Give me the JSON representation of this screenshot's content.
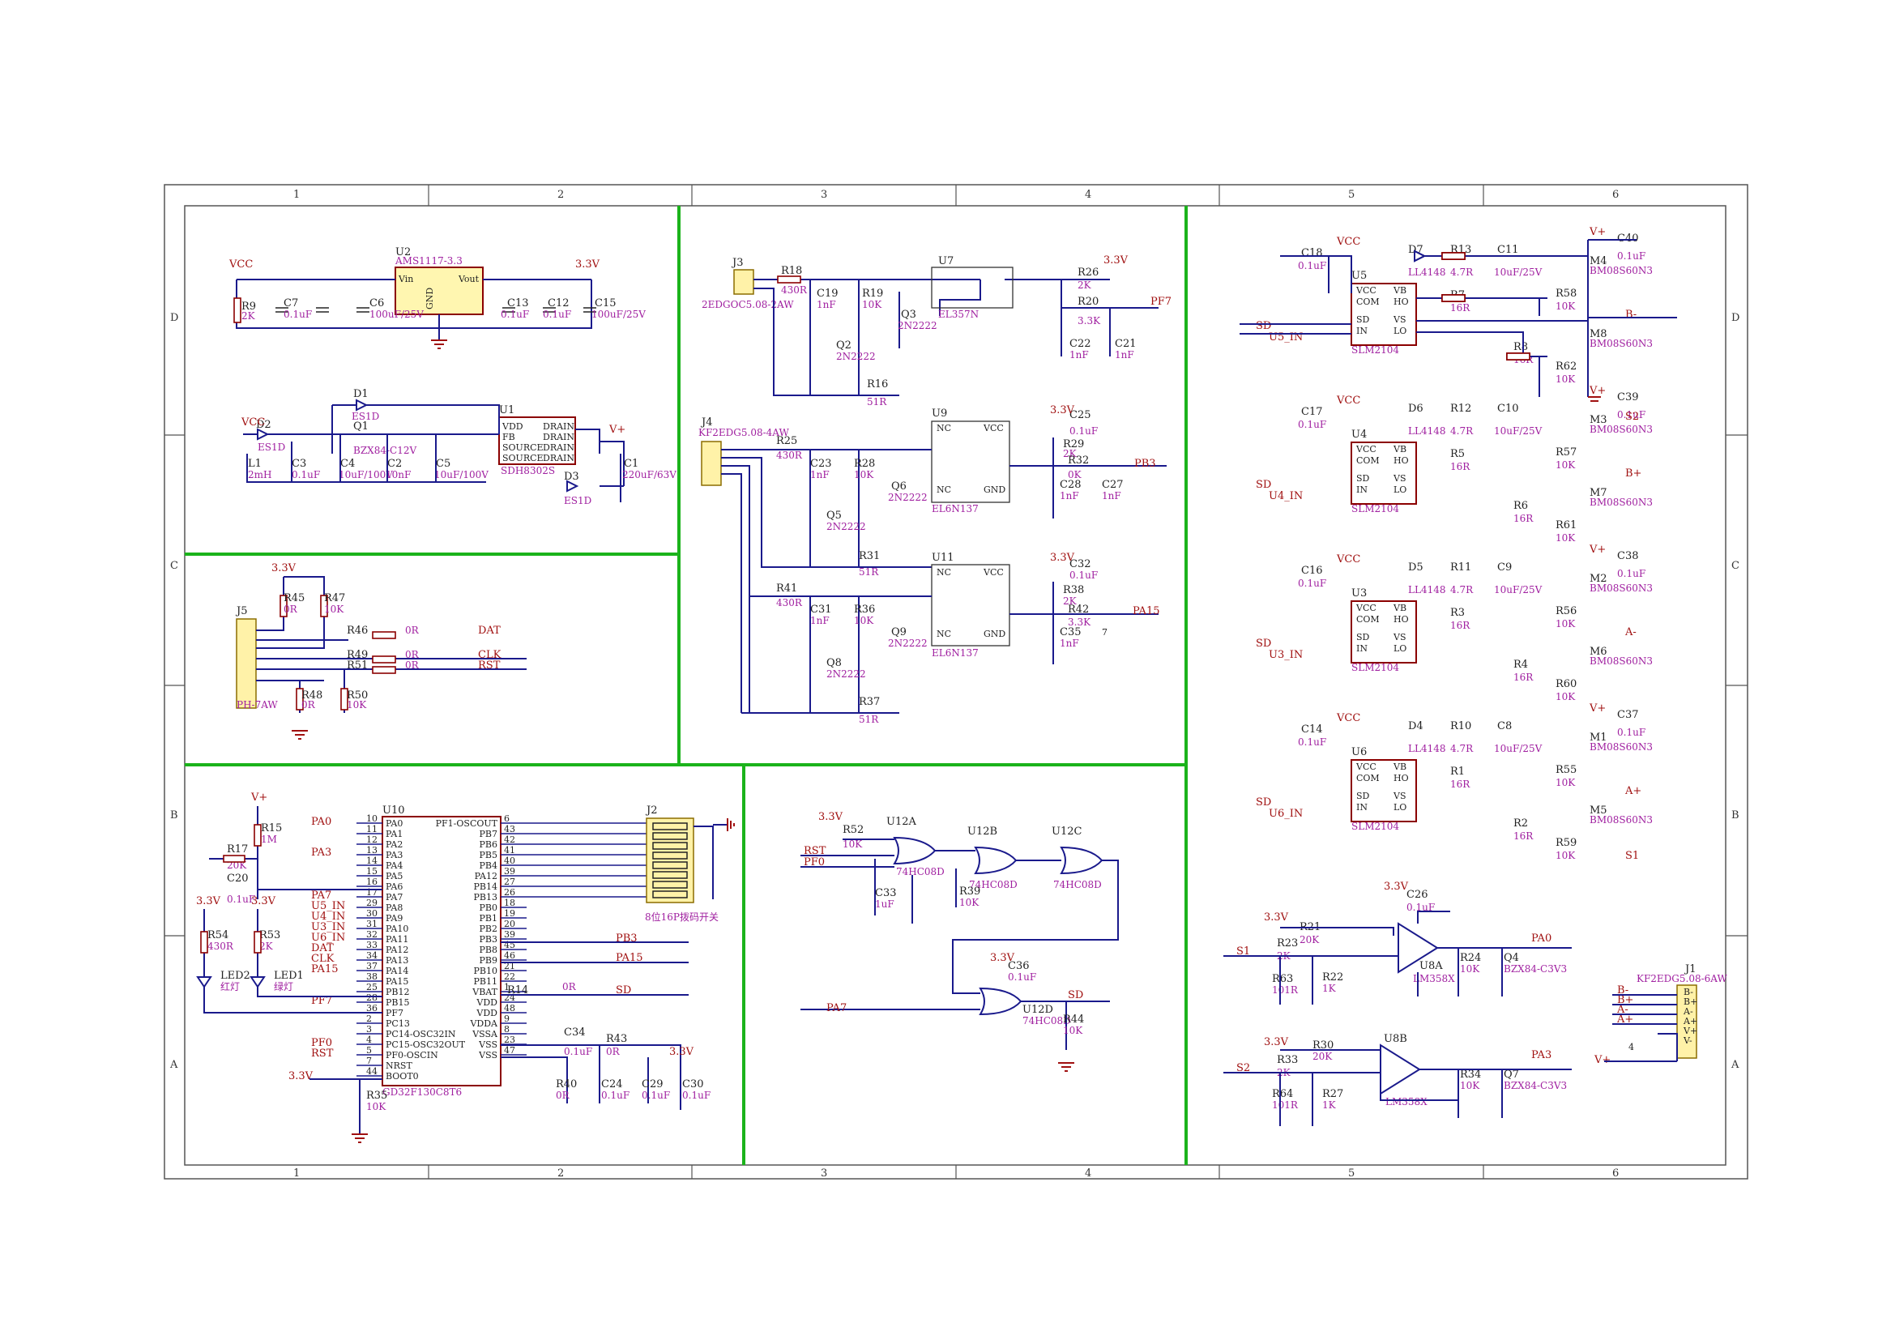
{
  "zones": {
    "columns": [
      "1",
      "2",
      "3",
      "4",
      "5",
      "6"
    ],
    "rows": [
      "D",
      "C",
      "B",
      "A"
    ]
  },
  "power": {
    "u2_ref": "U2",
    "u2_val": "AMS1117-3.3",
    "vin": "Vin",
    "vout": "Vout",
    "gnd": "GND",
    "vcc": "VCC",
    "v33": "3.3V",
    "vplus": "V+",
    "r9": "R9",
    "r9v": "2K",
    "c7": "C7",
    "c7v": "0.1uF",
    "c6": "C6",
    "c6v": "100uF/25V",
    "c13": "C13",
    "c13v": "0.1uF",
    "c12": "C12",
    "c12v": "0.1uF",
    "c15": "C15",
    "c15v": "100uF/25V",
    "d1": "D1",
    "d1v": "ES1D",
    "d2": "D2",
    "d2v": "ES1D",
    "d3": "D3",
    "d3v": "ES1D",
    "q1": "Q1",
    "q1v": "BZX84-C12V",
    "u1": "U1",
    "u1v": "SDH8302S",
    "l1": "L1",
    "l1v": "2mH",
    "c3": "C3",
    "c3v": "0.1uF",
    "c4": "C4",
    "c4v": "10uF/100V",
    "c2": "C2",
    "c2v": "10nF",
    "c5": "C5",
    "c5v": "10uF/100V",
    "c1": "C1",
    "c1v": "220uF/63V",
    "vdd": "VDD",
    "fb": "FB",
    "source": "SOURCE",
    "drain": "DRAIN"
  },
  "header": {
    "j5": "J5",
    "j5v": "PH-7AW",
    "r45": "R45",
    "r45v": "0R",
    "r47": "R47",
    "r47v": "10K",
    "r46": "R46",
    "r46v": "0R",
    "r49": "R49",
    "r49v": "0R",
    "r51": "R51",
    "r51v": "0R",
    "r48": "R48",
    "r48v": "0R",
    "r50": "R50",
    "r50v": "10K",
    "dat": "DAT",
    "clk": "CLK",
    "rst": "RST"
  },
  "isolation": {
    "j3": "J3",
    "j3v": "2EDGOC5.08-2AW",
    "r18": "R18",
    "r18v": "430R",
    "c19": "C19",
    "c19v": "1nF",
    "r19": "R19",
    "r19v": "10K",
    "q3": "Q3",
    "q3v": "2N2222",
    "q2": "Q2",
    "q2v": "2N2222",
    "r16": "R16",
    "r16v": "51R",
    "u7": "U7",
    "u7v": "EL357N",
    "r26": "R26",
    "r26v": "2K",
    "r20": "R20",
    "r20v": "3.3K",
    "c22": "C22",
    "c22v": "1nF",
    "c21": "C21",
    "c21v": "1nF",
    "pf7": "PF7",
    "j4": "J4",
    "j4v": "KF2EDG5.08-4AW",
    "r25": "R25",
    "r25v": "430R",
    "c23": "C23",
    "c23v": "1nF",
    "r28": "R28",
    "r28v": "10K",
    "q6": "Q6",
    "q6v": "2N2222",
    "q5": "Q5",
    "q5v": "2N2222",
    "r31": "R31",
    "r31v": "51R",
    "u9": "U9",
    "u9v": "EL6N137",
    "c25": "C25",
    "c25v": "0.1uF",
    "r29": "R29",
    "r29v": "2K",
    "r32": "R32",
    "r32v": "0K",
    "c28": "C28",
    "c28v": "1nF",
    "c27": "C27",
    "c27v": "1nF",
    "pb3": "PB3",
    "r41": "R41",
    "r41v": "430R",
    "c31": "C31",
    "c31v": "1nF",
    "r36": "R36",
    "r36v": "10K",
    "q9": "Q9",
    "q9v": "2N2222",
    "q8": "Q8",
    "q8v": "2N2222",
    "r37": "R37",
    "r37v": "51R",
    "u11": "U11",
    "u11v": "EL6N137",
    "c32": "C32",
    "c32v": "0.1uF",
    "r38": "R38",
    "r38v": "2K",
    "r42": "R42",
    "r42v": "3.3K",
    "c35": "C35",
    "c35v": "1nF",
    "c37": "7",
    "pa15": "PA15",
    "nc": "NC",
    "vcc": "VCC",
    "gnd": "GND"
  },
  "mcu": {
    "u10": "U10",
    "u10v": "GD32F130C8T6",
    "r15": "R15",
    "r15v": "1M",
    "r17": "R17",
    "r17v": "20K",
    "c20": "C20",
    "c20v": "0.1uF",
    "r54": "R54",
    "r54v": "430R",
    "r53": "R53",
    "r53v": "2K",
    "led2": "LED2",
    "led2v": "红灯",
    "led1": "LED1",
    "led1v": "绿灯",
    "left_pins": [
      "PA0",
      "PA1",
      "PA2",
      "PA3",
      "PA4",
      "PA5",
      "PA6",
      "PA7",
      "PA8",
      "PA9",
      "PA10",
      "PA11",
      "PA12",
      "PA13",
      "PA14",
      "PA15",
      "PB12",
      "PB15",
      "PF7",
      "PC13",
      "PC14-OSC32IN",
      "PC15-OSC32OUT",
      "PF0-OSCIN",
      "NRST",
      "BOOT0"
    ],
    "left_nums": [
      "10",
      "11",
      "12",
      "13",
      "14",
      "15",
      "16",
      "17",
      "29",
      "30",
      "31",
      "32",
      "33",
      "34",
      "37",
      "38",
      "25",
      "28",
      "36",
      "2",
      "3",
      "4",
      "5",
      "7",
      "44"
    ],
    "right_pins": [
      "PF1-OSCOUT",
      "PB7",
      "PB6",
      "PB5",
      "PB4",
      "PA12",
      "PB14",
      "PB13",
      "PB0",
      "PB1",
      "PB2",
      "PB3",
      "PB8",
      "PB9",
      "PB10",
      "PB11",
      "VBAT",
      "VDD",
      "VDD",
      "VDDA",
      "VSSA",
      "VSS",
      "VSS"
    ],
    "right_nums": [
      "6",
      "43",
      "42",
      "41",
      "40",
      "39",
      "27",
      "26",
      "18",
      "19",
      "20",
      "39",
      "45",
      "46",
      "21",
      "22",
      "1",
      "24",
      "48",
      "9",
      "8",
      "23",
      "47"
    ],
    "nets_left": [
      "PA0",
      "PA3",
      "PA7",
      "U5_IN",
      "U4_IN",
      "U3_IN",
      "U6_IN",
      "DAT",
      "CLK",
      "PA15",
      "PF7",
      "PF0",
      "RST"
    ],
    "j2": "J2",
    "j2v": "8位16P拨码开关",
    "r14": "R14",
    "r14v": "0R",
    "sd": "SD",
    "c34": "C34",
    "c34v": "0.1uF",
    "r43": "R43",
    "r43v": "0R",
    "r40": "R40",
    "r40v": "0R",
    "c24": "C24",
    "c24v": "0.1uF",
    "c29": "C29",
    "c29v": "0.1uF",
    "c30": "C30",
    "c30v": "0.1uF",
    "r35": "R35",
    "r35v": "10K",
    "pb3": "PB3",
    "pa15": "PA15",
    "v33": "3.3V",
    "vplus": "V+"
  },
  "logic": {
    "u12a": "U12A",
    "u12b": "U12B",
    "u12c": "U12C",
    "u12d": "U12D",
    "gate": "74HC08D",
    "r52": "R52",
    "r52v": "10K",
    "c33": "C33",
    "c33v": "1uF",
    "r39": "R39",
    "r39v": "10K",
    "c36": "C36",
    "c36v": "0.1uF",
    "r44": "R44",
    "r44v": "10K",
    "rst": "RST",
    "pf0": "PF0",
    "pa7": "PA7",
    "sd": "SD",
    "v33": "3.3V"
  },
  "drivers": [
    {
      "u": "U5",
      "in": "U5_IN",
      "d": "D7",
      "r1": "R13",
      "r1v": "4.7R",
      "c": "C11",
      "cv": "10uF/25V",
      "r2": "R7",
      "r2v": "16R",
      "r3": "R8",
      "r3v": "16R",
      "m1": "M4",
      "m2": "M8",
      "rg1": "R58",
      "rg2": "R62",
      "cc": "C18",
      "cap": "C40",
      "out": "B-"
    },
    {
      "u": "U4",
      "in": "U4_IN",
      "d": "D6",
      "r1": "R12",
      "r1v": "4.7R",
      "c": "C10",
      "cv": "10uF/25V",
      "r2": "R5",
      "r2v": "16R",
      "r3": "R6",
      "r3v": "16R",
      "m1": "M3",
      "m2": "M7",
      "rg1": "R57",
      "rg2": "R61",
      "cc": "C17",
      "cap": "C39",
      "out": "B+"
    },
    {
      "u": "U3",
      "in": "U3_IN",
      "d": "D5",
      "r1": "R11",
      "r1v": "4.7R",
      "c": "C9",
      "cv": "10uF/25V",
      "r2": "R3",
      "r2v": "16R",
      "r3": "R4",
      "r3v": "16R",
      "m1": "M2",
      "m2": "M6",
      "rg1": "R56",
      "rg2": "R60",
      "cc": "C16",
      "cap": "C38",
      "out": "A-"
    },
    {
      "u": "U6",
      "in": "U6_IN",
      "d": "D4",
      "r1": "R10",
      "r1v": "4.7R",
      "c": "C8",
      "cv": "10uF/25V",
      "r2": "R1",
      "r2v": "16R",
      "r3": "R2",
      "r3v": "16R",
      "m1": "M1",
      "m2": "M5",
      "rg1": "R55",
      "rg2": "R59",
      "cc": "C14",
      "cap": "C37",
      "out": "A+"
    }
  ],
  "driver_common": {
    "part": "SLM2104",
    "diode": "LL4148",
    "fet": "BM08S60N3",
    "rg": "10K",
    "cc": "0.1uF",
    "cap": "0.1uF",
    "vcc": "VCC",
    "com": "COM",
    "sd": "SD",
    "in": "IN",
    "vb": "VB",
    "ho": "HO",
    "vs": "VS",
    "lo": "LO",
    "vplus": "V+",
    "s2": "S2",
    "s1": "S1"
  },
  "opamp": {
    "u8a": "U8A",
    "u8b": "U8B",
    "part": "LM358X",
    "c26": "C26",
    "c26v": "0.1uF",
    "r21": "R21",
    "r21v": "20K",
    "r23": "R23",
    "r23v": "2K",
    "r63": "R63",
    "r63v": "101R",
    "r22": "R22",
    "r22v": "1K",
    "r24": "R24",
    "r24v": "10K",
    "q4": "Q4",
    "q4v": "BZX84-C3V3",
    "r30": "R30",
    "r30v": "20K",
    "r33": "R33",
    "r33v": "2K",
    "r64": "R64",
    "r64v": "101R",
    "r27": "R27",
    "r27v": "1K",
    "r34": "R34",
    "r34v": "10K",
    "q7": "Q7",
    "q7v": "BZX84-C3V3",
    "s1": "S1",
    "s2": "S2",
    "pa0": "PA0",
    "pa3": "PA3",
    "v33": "3.3V"
  },
  "output_conn": {
    "j1": "J1",
    "j1v": "KF2EDG5.08-6AW",
    "pins": [
      "B-",
      "B+",
      "A-",
      "A+",
      "V+",
      "V-"
    ],
    "nets": [
      "B-",
      "B+",
      "A-",
      "A+"
    ],
    "c4": "4",
    "vplus": "V+"
  }
}
